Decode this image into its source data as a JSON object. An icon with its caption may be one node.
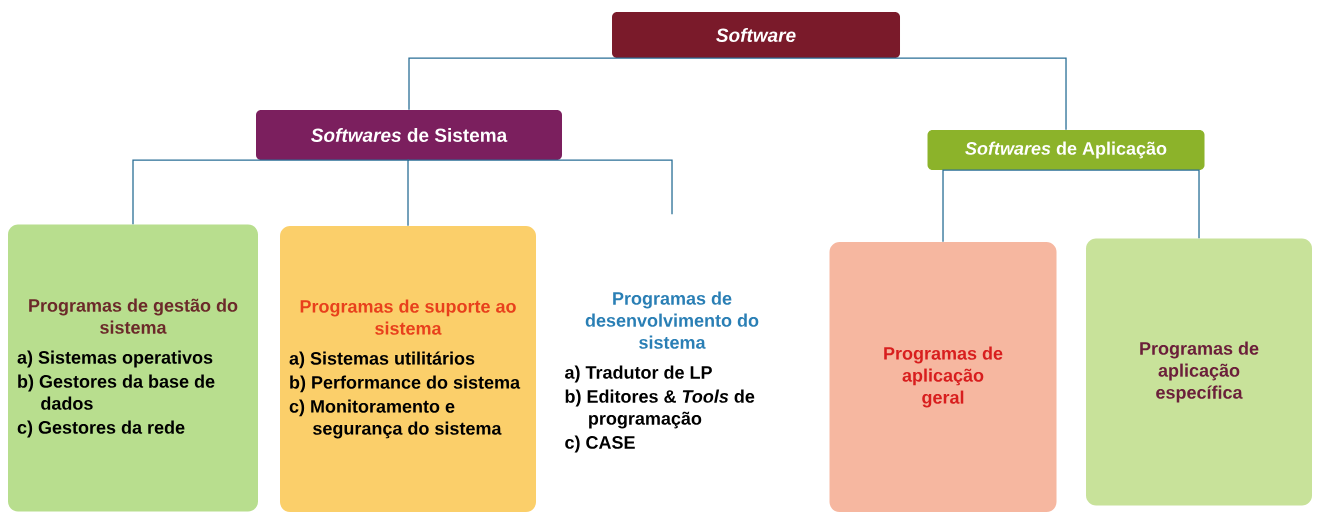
{
  "diagram": {
    "nodes": [
      {
        "text": [
          "Software"
        ]
      },
      {
        "text": [
          "*Softwares* de Sistema"
        ]
      },
      {
        "text": [
          "*Softwares* de Aplicação"
        ]
      },
      {
        "text": [
          "Programas de gestão do sistema",
          "a) Sistemas operativos",
          "b) Gestores da base de dados",
          "c) Gestores da rede"
        ]
      },
      {
        "text": [
          "Programas de suporte ao sistema",
          "a) Sistemas utilitários",
          "b) Performance do sistema",
          "c) Monitoramento e segurança do sistema"
        ]
      },
      {
        "text": [
          "Programas de desenvolvimento do sistema",
          "a) Tradutor de LP",
          "b) Editores & *Tools* de programação",
          "c) CASE"
        ]
      },
      {
        "text": [
          "Programas de aplicação geral"
        ]
      },
      {
        "text": [
          "Programas de aplicação específica"
        ]
      }
    ],
    "edges": [
      {
        "from": 0,
        "to": 1,
        "arrow": "none"
      },
      {
        "from": 0,
        "to": 2,
        "arrow": "none"
      },
      {
        "from": 1,
        "to": 3,
        "arrow": "none"
      },
      {
        "from": 1,
        "to": 4,
        "arrow": "none"
      },
      {
        "from": 1,
        "to": 5,
        "arrow": "none"
      },
      {
        "from": 2,
        "to": 6,
        "arrow": "none"
      },
      {
        "from": 2,
        "to": 7,
        "arrow": "none"
      }
    ]
  }
}
